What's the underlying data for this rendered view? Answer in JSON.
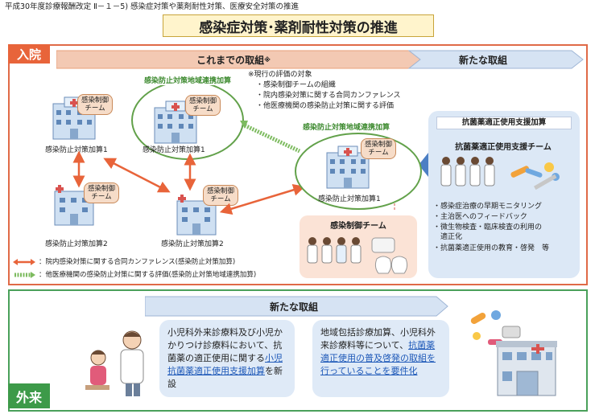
{
  "header": {
    "note": "平成30年度診療報酬改定 Ⅱ－１－5) 感染症対策や薬剤耐性対策、医療安全対策の推進",
    "title": "感染症対策･薬剤耐性対策の推進"
  },
  "inpatient": {
    "tag": "入院",
    "so_far": {
      "label": "これまでの取組",
      "mark": "※"
    },
    "new_label": "新たな取組",
    "footnote": {
      "title": "※現行の評価の対象",
      "items": [
        "・感染制御チームの組織",
        "・院内感染対策に関する合同カンファレンス",
        "・他医療機関の感染防止対策に関する評価"
      ]
    },
    "regional_label_1": "感染防止対策地域連携加算",
    "regional_label_2": "感染防止対策地域連携加算",
    "team_badge": "感染制御\nチーム",
    "hosp_add1": "感染防止対策加算1",
    "hosp_add2": "感染防止対策加算2",
    "team_panel_title": "感染制御チーム",
    "legend": {
      "orange": "：院内感染対策に関する合同カンファレンス(感染防止対策加算)",
      "green": "：他医療機関の感染防止対策に関する評価(感染防止対策地域連携加算)"
    },
    "support": {
      "title": "抗菌薬適正使用支援加算",
      "team": "抗菌薬適正使用支援チーム",
      "items": [
        "・感染症治療の早期モニタリング",
        "・主治医へのフィードバック",
        "・微生物検査・臨床検査の利用の\n　適正化",
        "・抗菌薬適正使用の教育・啓発　等"
      ]
    }
  },
  "outpatient": {
    "tag": "外来",
    "new_label": "新たな取組",
    "box1": {
      "pre": "小児科外来診療料及び小児かかりつけ診療料において、抗菌薬の適正使用に関する",
      "link": "小児抗菌薬適正使用支援加算",
      "post": "を新設"
    },
    "box2": {
      "pre": "地域包括診療加算、小児科外来診療料等について、",
      "link": "抗菌薬適正使用の普及啓発の取組を行っていることを要件化",
      "post": ""
    }
  },
  "colors": {
    "orange": "#e8643a",
    "green": "#3d9a49",
    "blue": "#2f6fb5",
    "cream": "#fff4cc"
  }
}
